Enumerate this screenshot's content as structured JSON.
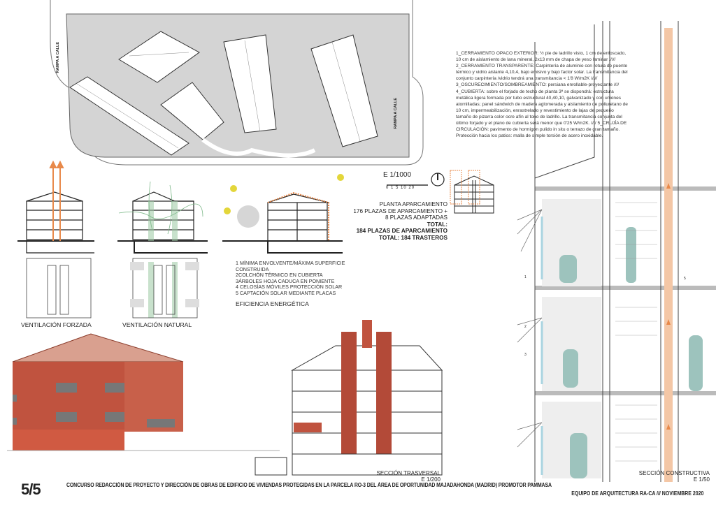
{
  "board": {
    "page_number": "5/5",
    "title": "CONCURSO  REDACCIÓN DE PROYECTO Y DIRECCIÓN DE OBRAS DE EDIFICIO DE VIVIENDAS PROTEGIDAS EN LA PARCELA RO-3 DEL ÁREA DE OPORTUNIDAD MAJADAHONDA (MADRID) PROMOTOR PAMMASA",
    "subtitle": "EQUIPO DE ARQUITECTURA RA-CA /// NOVIEMBRE  2020"
  },
  "parking_plan": {
    "ramp_left": "RAMPA A CALLE",
    "ramp_right": "RAMPA A CALLE",
    "scale": "E 1/1000",
    "scale_ticks": "0 1   5   10       20",
    "summary_lines": [
      "PLANTA APARCAMIENTO",
      "176 PLAZAS DE APARCAMIENTO  +",
      "8  PLAZAS ADAPTADAS"
    ],
    "total_lines": [
      "TOTAL:",
      "184 PLAZAS DE APARCAMIENTO",
      "TOTAL: 184 TRASTEROS"
    ]
  },
  "memo": "1_CERRAMIENTO OPACO EXTERIOR: ½ pie de ladrillo visto, 1 cm de enfoscado, 10 cm de aislamiento de lana mineral, 2x13 mm de chapa de yeso laminar ///// 2_CERRAMIENTO TRANSPARENTE: Carpintería de aluminio con rotura de puente térmico y vidrio aislante 4,10,4, bajo emisivo y bajo factor solar. La transmitancia del conjunto carpintería /vidrio tendrá una transmitancia < 1'8 W/m2K ///// 3_OSCURECIMIENTO/SOMBREAMIENTO: persiana enrollable-proyectante //// 4_CUBIERTA: sobre el forjado de techo de planta 3ª se dispondrá: estructura metálica ligera formada por tubo estructural 40,40,10, galvanizado y con uniones atornilladas; panel sándwich de madera aglomerada y aislamiento de poliuretano de 10 cm,  impermeabilización, enrastrelado y revestimiento de lajas de pequeño tamaño de pizarra color ocre afín al tono de ladrillo. La transmitancia conjunta del último forjado y el plano de cubierta será menor que 0'25 W/m2K. //// 5_CRUJÍA DE CIRCULACIÓN: pavimento de hormigón pulido in situ o terrazo de gran tamaño. Protección hacia los patios: malla de simple torsión de acero inoxidable.",
  "diagrams": {
    "forced_ventilation": "VENTILACIÓN FORZADA",
    "natural_ventilation": "VENTILACIÓN NATURAL",
    "energy_items": [
      "1 MÍNIMA ENVOLVENTE/MÁXIMA SUPERFICIE",
      "CONSTRUIDA",
      "2COLCHÓN TÉRMICO EN CUBIERTA",
      "3ÁRBOLES HOJA CADUCA EN PONIENTE",
      "4 CELOSÍAS MÓVILES PROTECCIÓN SOLAR",
      "5 CAPTACIÓN SOLAR MEDIANTE PLACAS"
    ],
    "energy_title": "EFICIENCIA ENERGÉTICA"
  },
  "sections": {
    "transversal": "SECCIÓN TRASVERSAL",
    "transversal_scale": "E 1/200",
    "constructive": "SECCIÓN CONSTRUCTIVA",
    "constructive_scale": "E 1/50",
    "callouts": [
      "1",
      "2",
      "3",
      "5"
    ]
  },
  "colors": {
    "brick": "#c0533f",
    "duct": "#f4c7a6",
    "arrow": "#e8894a",
    "green": "#9cc9a4",
    "figure": "#9dc3bd",
    "sun": "#e3d63a",
    "parking": "#d4d4d4"
  }
}
